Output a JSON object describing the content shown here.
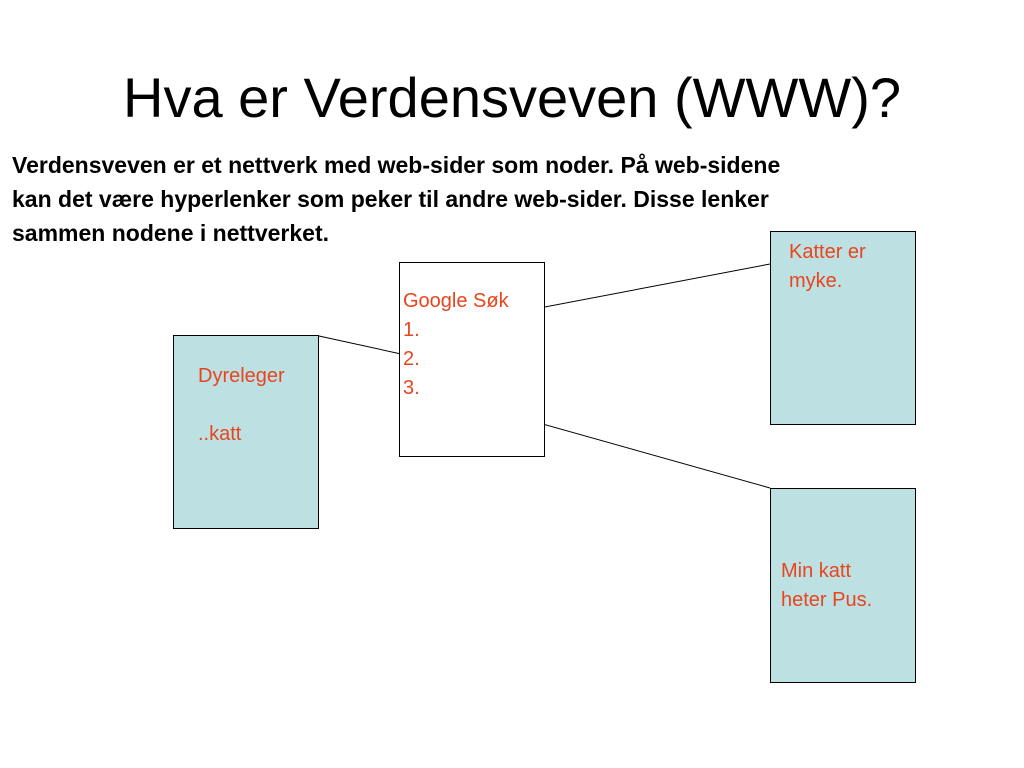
{
  "slide": {
    "title": "Hva er Verdensveven (WWW)?",
    "body_lines": [
      "Verdensveven er et nettverk med web-sider som noder.  På web-sidene",
      "kan det være hyperlenker som peker til andre web-sider. Disse lenker",
      "sammen nodene i nettverket."
    ]
  },
  "colors": {
    "text": "#000000",
    "node_text": "#e8451e",
    "node_fill_tinted": "#bde0e2",
    "node_fill_plain": "#ffffff",
    "line": "#000000"
  },
  "nodes": {
    "search": {
      "lines": [
        "Google Søk",
        "1.",
        "2.",
        "3."
      ]
    },
    "vet": {
      "lines": [
        "Dyreleger",
        "",
        "..katt"
      ]
    },
    "soft": {
      "lines": [
        "Katter er",
        "myke."
      ]
    },
    "pus": {
      "lines": [
        "Min katt",
        "heter Pus."
      ]
    }
  }
}
